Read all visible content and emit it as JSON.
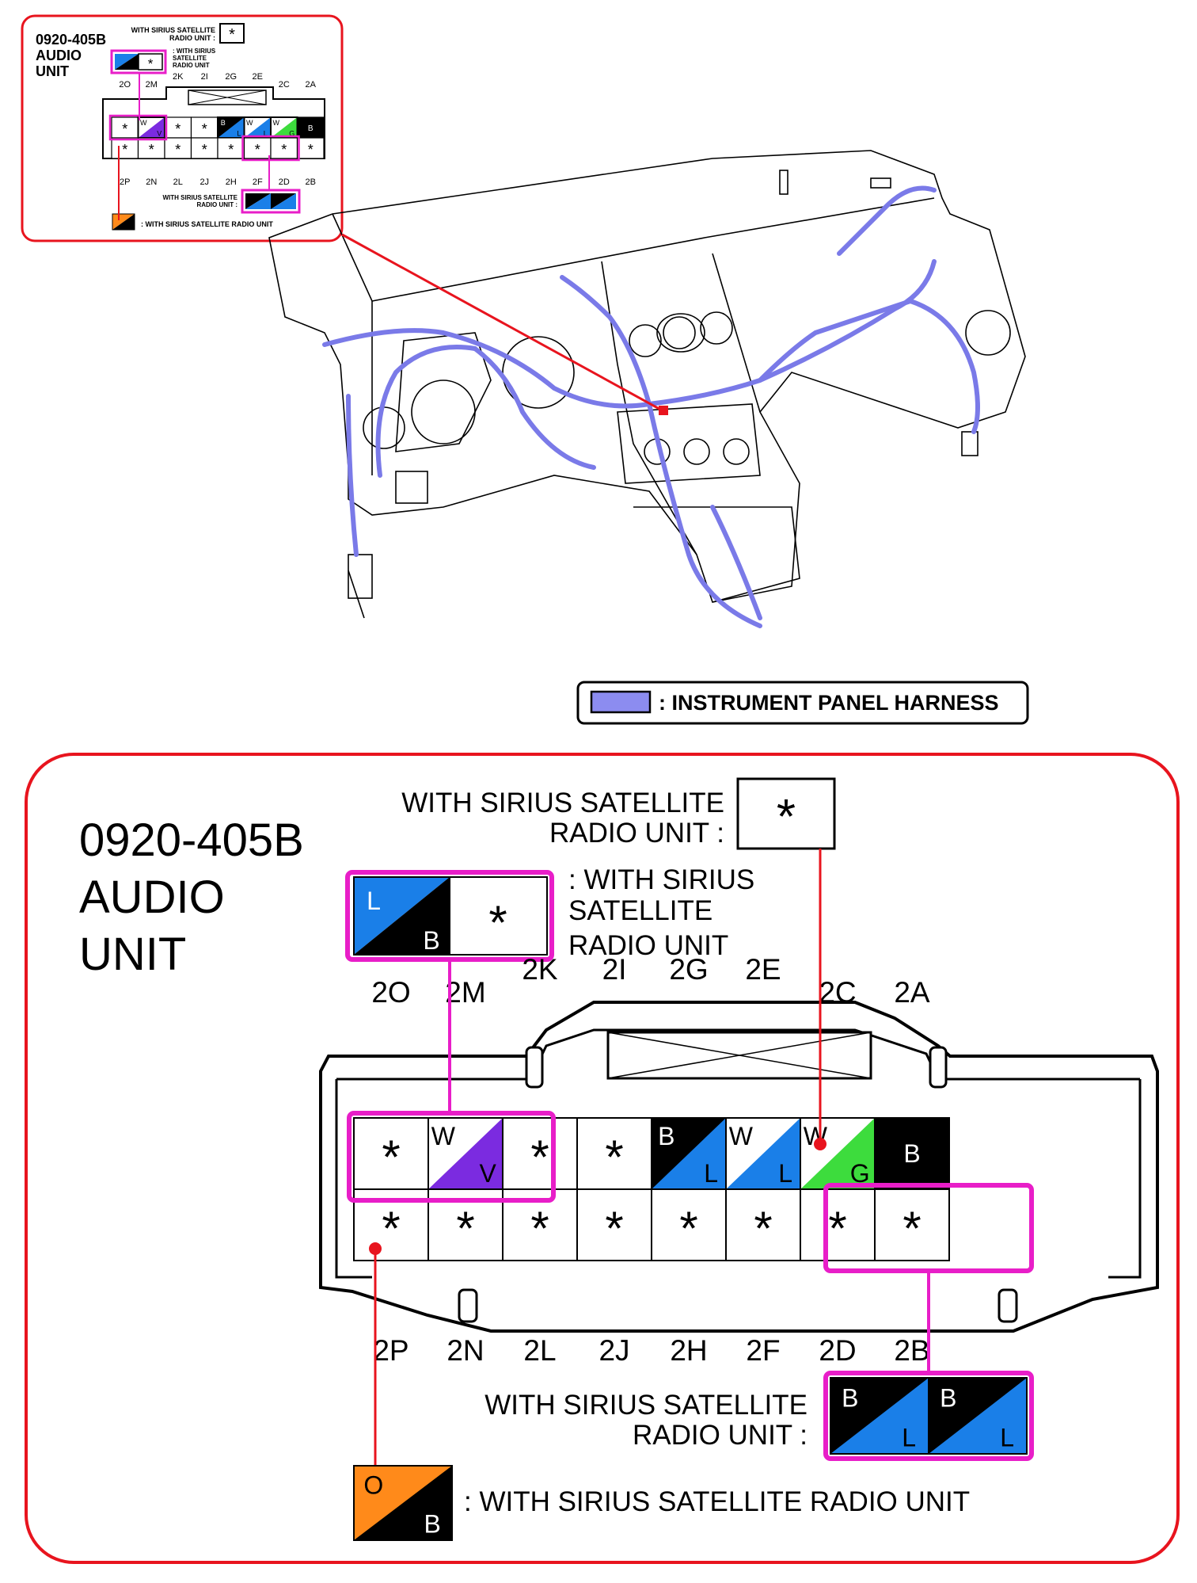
{
  "connector": {
    "code": "0920-405B",
    "name_line1": "AUDIO",
    "name_line2": "UNIT"
  },
  "notes": {
    "top_box_line1": "WITH SIRIUS SATELLITE",
    "top_box_line2": "RADIO UNIT :",
    "top_box_symbol": "*",
    "lb_line1": ": WITH SIRIUS",
    "lb_line2": "SATELLITE",
    "lb_line3": "RADIO UNIT",
    "bottom_line1": "WITH SIRIUS SATELLITE",
    "bottom_line2": "RADIO UNIT :",
    "ob_label": ": WITH SIRIUS SATELLITE RADIO UNIT"
  },
  "legend": {
    "label": ": INSTRUMENT PANEL HARNESS",
    "harness_color": "#8c8cf0"
  },
  "pins_top_labels": [
    "2O",
    "2M",
    "2K",
    "2I",
    "2G",
    "2E",
    "2C",
    "2A"
  ],
  "pins_bottom_labels": [
    "2P",
    "2N",
    "2L",
    "2J",
    "2H",
    "2F",
    "2D",
    "2B"
  ],
  "top_row": [
    {
      "type": "star",
      "text": "*"
    },
    {
      "type": "split",
      "a": "W",
      "b": "V",
      "ca": "#ffffff",
      "cb": "#7b2be0"
    },
    {
      "type": "star",
      "text": "*"
    },
    {
      "type": "star",
      "text": "*"
    },
    {
      "type": "split",
      "a": "B",
      "b": "L",
      "ca": "#000000",
      "cb": "#1a7fe8"
    },
    {
      "type": "split",
      "a": "W",
      "b": "L",
      "ca": "#ffffff",
      "cb": "#1a7fe8"
    },
    {
      "type": "split",
      "a": "W",
      "b": "G",
      "ca": "#ffffff",
      "cb": "#3ddc3d"
    },
    {
      "type": "solid",
      "text": "B",
      "color": "#000000"
    }
  ],
  "bottom_row": [
    "*",
    "*",
    "*",
    "*",
    "*",
    "*",
    "*",
    "*"
  ],
  "alt_lb": {
    "a": "L",
    "b": "B",
    "ca": "#1a7fe8",
    "cb": "#000000",
    "star": "*"
  },
  "alt_bl": {
    "a": "B",
    "b": "L",
    "ca": "#000000",
    "cb": "#1a7fe8"
  },
  "alt_ob": {
    "a": "O",
    "b": "B",
    "ca": "#ff8a1a",
    "cb": "#000000"
  },
  "colors": {
    "frame_red": "#e8141e",
    "highlight_magenta": "#e81ec8"
  }
}
